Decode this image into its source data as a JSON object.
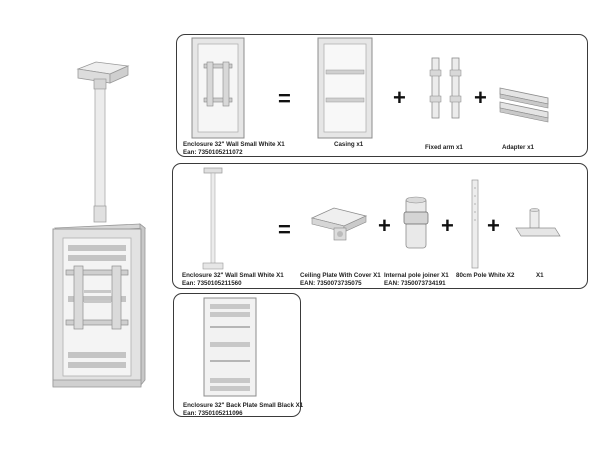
{
  "panel1": {
    "main_name": "Enclosure 32\" Wall Small White X1",
    "main_ean": "Ean: 7350105211072",
    "equals": "=",
    "plus": "+",
    "parts": [
      "Casing x1",
      "Fixed arm x1",
      "Adapter x1"
    ]
  },
  "panel2": {
    "main_name": "Enclosure 32\" Wall Small White X1",
    "main_ean": "Ean: 7350105211560",
    "equals": "=",
    "plus": "+",
    "parts": [
      {
        "name": "Ceiling Plate With Cover X1",
        "ean": "EAN: 7350073735075"
      },
      {
        "name": "Internal pole joiner X1",
        "ean": "EAN: 7350073734191"
      },
      {
        "name": "80cm Pole White X2",
        "ean": ""
      },
      {
        "name": "X1",
        "ean": ""
      }
    ]
  },
  "panel3": {
    "main_name": "Enclosure 32\" Back Plate Small Black X1",
    "main_ean": "Ean: 7350105211096"
  }
}
